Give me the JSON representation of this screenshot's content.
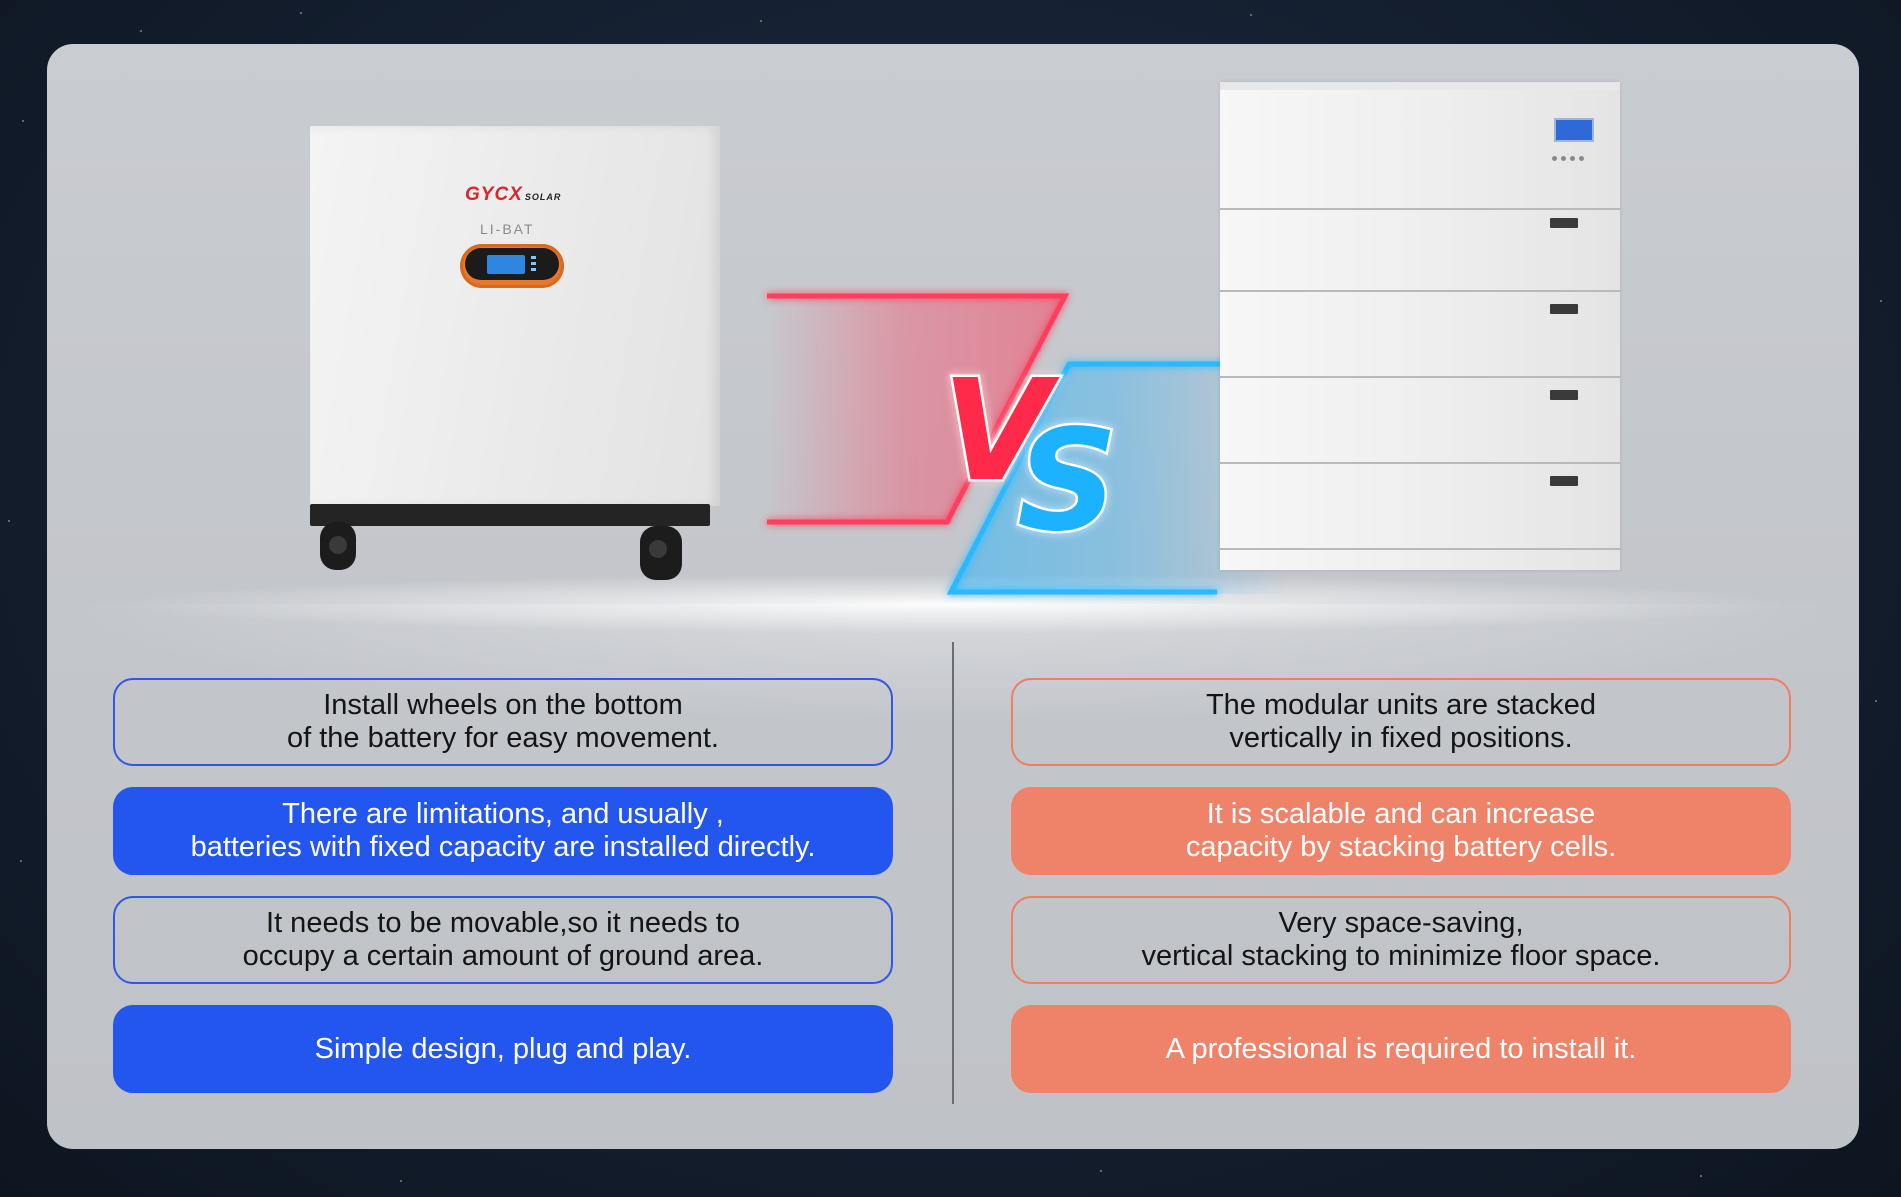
{
  "product_left": {
    "brand": "GYCX",
    "brand_suffix": "SOLAR",
    "model": "LI-BAT"
  },
  "vs_label": "VS",
  "colors": {
    "blue": "#2356ef",
    "coral": "#ef836a",
    "vs_red": "#ff2a4a",
    "vs_blue": "#1fb2ff"
  },
  "left_column": [
    {
      "text": "Install wheels on the bottom\nof the battery for easy movement.",
      "style": "outline"
    },
    {
      "text": "There are limitations, and usually ,\nbatteries with fixed capacity are installed directly.",
      "style": "filled"
    },
    {
      "text": "It needs to be movable,so it needs to\noccupy a certain amount of ground area.",
      "style": "outline"
    },
    {
      "text": "Simple design, plug and play.",
      "style": "filled"
    }
  ],
  "right_column": [
    {
      "text": "The modular units are stacked\nvertically in fixed positions.",
      "style": "outline"
    },
    {
      "text": "It is scalable and can increase\ncapacity by stacking battery cells.",
      "style": "filled"
    },
    {
      "text": "Very space-saving,\nvertical stacking to minimize floor space.",
      "style": "outline"
    },
    {
      "text": "A professional is required to install it.",
      "style": "filled"
    }
  ]
}
